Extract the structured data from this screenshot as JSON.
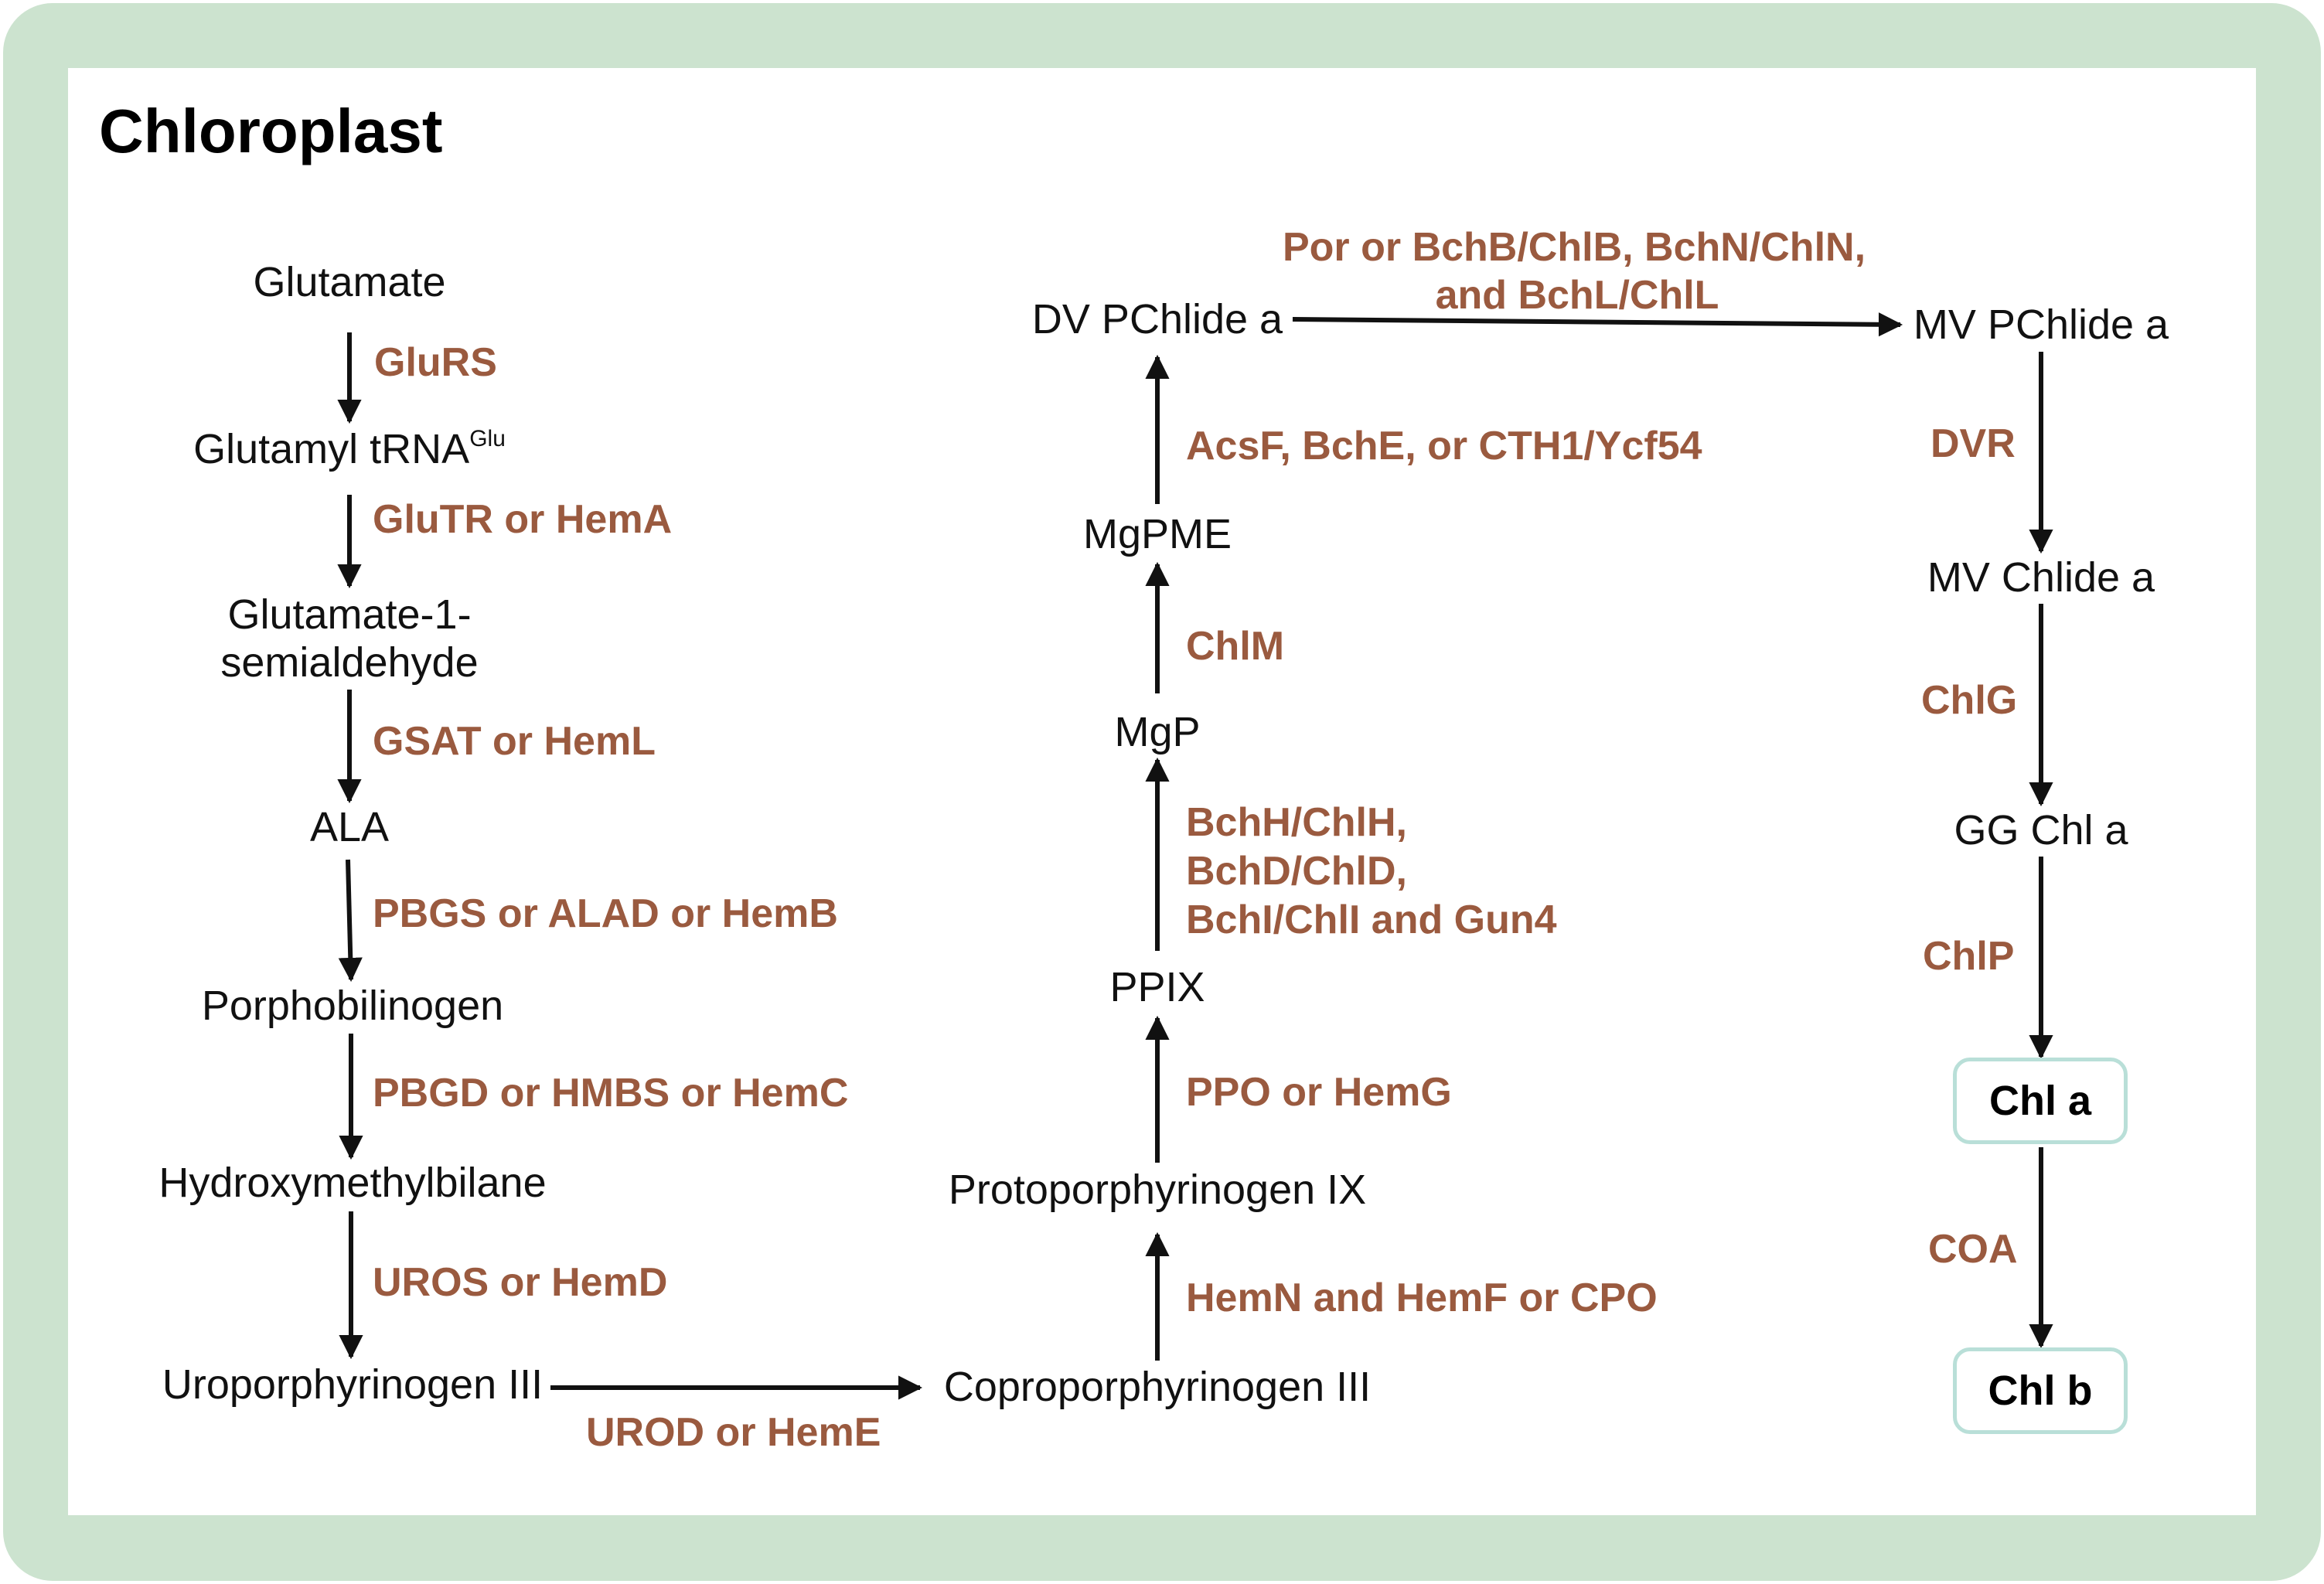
{
  "title": "Chloroplast",
  "colors": {
    "frame": "#cce3cf",
    "enzyme": "#9a5a3f",
    "metabolite": "#111111",
    "final_box_border": "#b9dfd8"
  },
  "metabolites": {
    "glutamate": "Glutamate",
    "glutamyl_trna": "Glutamyl tRNA",
    "glutamyl_trna_sup": "Glu",
    "gsa_line1": "Glutamate-1-",
    "gsa_line2": "semialdehyde",
    "ala": "ALA",
    "porphobilinogen": "Porphobilinogen",
    "hydroxymethylbilane": "Hydroxymethylbilane",
    "uroporphyrinogen": "Uroporphyrinogen III",
    "coproporphyrinogen": "Coproporphyrinogen III",
    "protoporphyrinogen": "Protoporphyrinogen IX",
    "ppix": "PPIX",
    "mgp": "MgP",
    "mgpme": "MgPME",
    "dv_pchlide": "DV PChlide a",
    "mv_pchlide": "MV PChlide a",
    "mv_chlide": "MV Chlide a",
    "gg_chl": "GG Chl a",
    "chl_a": "Chl a",
    "chl_b": "Chl b"
  },
  "enzymes": {
    "glurs": "GluRS",
    "glutr": "GluTR or HemA",
    "gsat": "GSAT or HemL",
    "pbgs": "PBGS or ALAD or HemB",
    "pbgd": "PBGD or HMBS or HemC",
    "uros": "UROS or HemD",
    "urod": "UROD or HemE",
    "hemn": "HemN and HemF or CPO",
    "ppo": "PPO or HemG",
    "mg_chelatase_line1": "BchH/ChlH,",
    "mg_chelatase_line2": "BchD/ChlD,",
    "mg_chelatase_line3": "BchI/ChlI and Gun4",
    "chlm": "ChlM",
    "cyclase": "AcsF, BchE, or CTH1/Ycf54",
    "por_line1": "Por or BchB/ChlB, BchN/ChlN,",
    "por_line2": "and BchL/ChlL",
    "dvr": "DVR",
    "chlg": "ChlG",
    "chlp": "ChlP",
    "coa": "COA"
  }
}
